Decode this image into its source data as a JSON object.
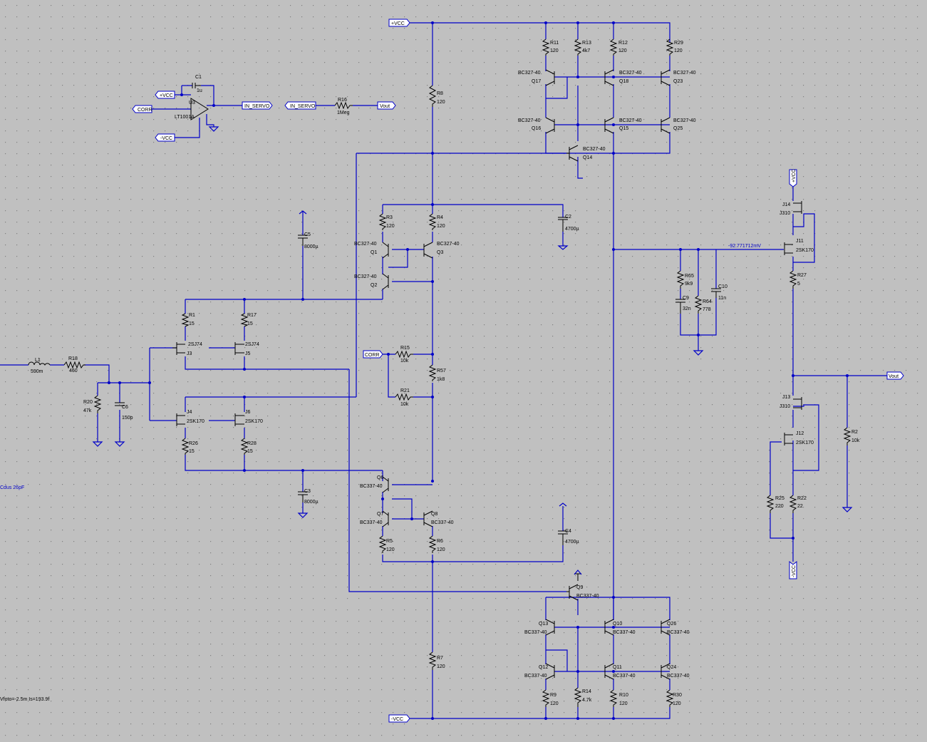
{
  "schematic": {
    "background": "#c0c0c0",
    "wire_color": "#0000c8",
    "component_color": "#000000",
    "net_flags": {
      "vcc_pos": "+VCC",
      "vcc_neg": "-VCC",
      "corr": "CORR",
      "in_servo": "IN_SERVO",
      "vout": "Vout",
      "vcc_rot": "+VCC",
      "vcc_neg_rot": "-VCC"
    },
    "labels": {
      "c1_n": "C1",
      "c1_v": "1u",
      "u3_n": "U3",
      "u3_v": "LT1001A",
      "r16_n": "R16",
      "r16_v": "1Meg",
      "r8_n": "R8",
      "r8_v": "120",
      "r11_n": "R11",
      "r11_v": "120",
      "r13_n": "R13",
      "r13_v": "4k7",
      "r12_n": "R12",
      "r12_v": "120",
      "r29_n": "R29",
      "r29_v": "120",
      "q17_t": "BC327-40",
      "q17_n": "Q17",
      "q18_t": "BC327-40",
      "q18_n": "Q18",
      "q23_t": "BC327-40",
      "q23_n": "Q23",
      "q16_t": "BC327-40",
      "q16_n": "Q16",
      "q15_t": "BC327-40",
      "q15_n": "Q15",
      "q25_t": "BC327-40",
      "q25_n": "Q25",
      "q14_t": "BC327-40",
      "q14_n": "Q14",
      "r3_n": "R3",
      "r3_v": "120",
      "r4_n": "R4",
      "r4_v": "120",
      "c2_n": "C2",
      "c2_v": "4700µ",
      "c5_n": "C5",
      "c5_v": "8000µ",
      "q1_t": "BC327-40",
      "q1_n": "Q1",
      "q3_t": "BC327-40",
      "q3_n": "Q3",
      "q2_t": "BC327-40",
      "q2_n": "Q2",
      "probe": "-92.771712mV",
      "r65_n": "R65",
      "r65_v": "9k9",
      "c9_n": "C9",
      "c9_v": "32n",
      "r64_n": "R64",
      "r64_v": "778",
      "c10_n": "C10",
      "c10_v": "11n",
      "j14_n": "J14",
      "j14_t": "J310",
      "j11_n": "J11",
      "j11_t": "2SK170",
      "r27_n": "R27",
      "r27_v": "5",
      "r1_n": "R1",
      "r1_v": "15",
      "r17_n": "R17",
      "r17_v": "15",
      "j3_t": "2SJ74",
      "j3_n": "J3",
      "j5_t": "2SJ74",
      "j5_n": "J5",
      "l1_n": "L1",
      "l1_v": "590m",
      "r18_n": "R18",
      "r18_v": "460",
      "r15_n": "R15",
      "r15_v": "10k",
      "r57_n": "R57",
      "r57_v": "1k8",
      "r21_n": "R21",
      "r21_v": "10k",
      "r20_n": "R20",
      "r20_v": "47k",
      "c6_n": "C6",
      "c6_v": "150p",
      "j4_n": "J4",
      "j4_t": "2SK170",
      "j6_n": "J6",
      "j6_t": "2SK170",
      "r26_n": "R26",
      "r26_v": "15",
      "r28_n": "R28",
      "r28_v": "15",
      "j13_n": "J13",
      "j13_t": "J310",
      "j12_n": "J12",
      "j12_t": "2SK170",
      "r2_n": "R2",
      "r2_v": "10k",
      "q6_n": "Q6",
      "q6_t": "BC337-40",
      "q7_n": "Q7",
      "q7_t": "BC337-40",
      "q8_n": "Q8",
      "q8_t": "BC337-40",
      "r5_n": "R5",
      "r5_v": "120",
      "r6_n": "R6",
      "r6_v": "120",
      "c3_n": "C3",
      "c3_v": "8000µ",
      "c4_n": "C4",
      "c4_v": "4700µ",
      "r25_n": "R25",
      "r25_v": "220",
      "r22_n": "R22",
      "r22_v": "22",
      "q9_n": "Q9",
      "q9_t": "BC337-40",
      "q13_n": "Q13",
      "q13_t": "BC337-40",
      "q10_n": "Q10",
      "q10_t": "BC337-40",
      "q26_n": "Q26",
      "q26_t": "BC337-40",
      "q12_n": "Q12",
      "q12_t": "BC337-40",
      "q11_n": "Q11",
      "q11_t": "BC337-40",
      "q24_n": "Q24",
      "q24_t": "BC337-40",
      "r7_n": "R7",
      "r7_v": "120",
      "r9_n": "R9",
      "r9_v": "120",
      "r14_n": "R14",
      "r14_v": "4.7k",
      "r10_n": "R10",
      "r10_v": "120",
      "r30_n": "R30",
      "r30_v": "120",
      "spice1": "Cdus 26pF",
      "spice2": "Vfoto=-2.5m Is=193.9f"
    }
  }
}
